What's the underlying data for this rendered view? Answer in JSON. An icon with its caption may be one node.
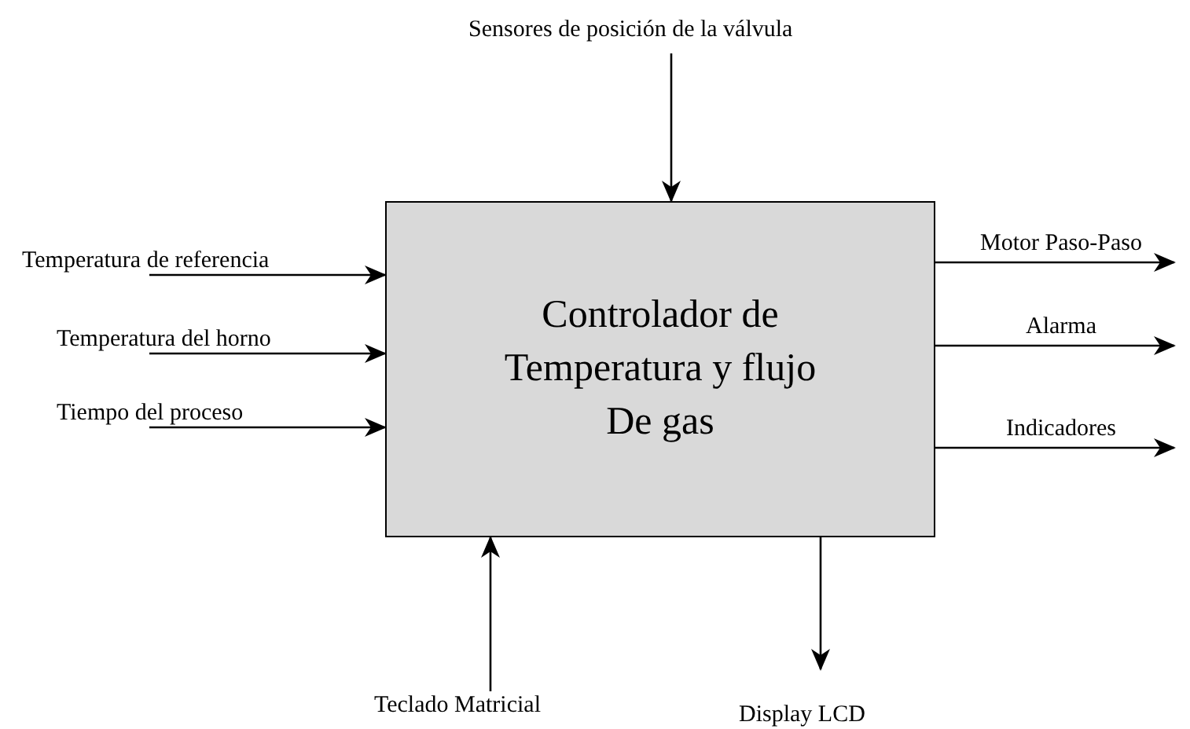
{
  "diagram": {
    "nodes": [
      {
        "text": [
          "Controlador de Temperatura y flujo De gas"
        ]
      },
      {
        "text": [
          "Sensores de posición de la válvula"
        ]
      },
      {
        "text": [
          "Temperatura de referencia"
        ]
      },
      {
        "text": [
          "Temperatura del horno"
        ]
      },
      {
        "text": [
          "Tiempo del proceso"
        ]
      },
      {
        "text": [
          "Motor Paso-Paso"
        ]
      },
      {
        "text": [
          "Alarma"
        ]
      },
      {
        "text": [
          "Indicadores"
        ]
      },
      {
        "text": [
          "Teclado Matricial"
        ]
      },
      {
        "text": [
          "Display LCD"
        ]
      }
    ],
    "edges": [
      {
        "from": 1,
        "to": 0,
        "arrow": "to"
      },
      {
        "from": 2,
        "to": 0,
        "arrow": "to"
      },
      {
        "from": 3,
        "to": 0,
        "arrow": "to"
      },
      {
        "from": 4,
        "to": 0,
        "arrow": "to"
      },
      {
        "from": 0,
        "to": 5,
        "arrow": "to"
      },
      {
        "from": 0,
        "to": 6,
        "arrow": "to"
      },
      {
        "from": 0,
        "to": 7,
        "arrow": "to"
      },
      {
        "from": 8,
        "to": 0,
        "arrow": "to"
      },
      {
        "from": 0,
        "to": 9,
        "arrow": "to"
      }
    ]
  }
}
